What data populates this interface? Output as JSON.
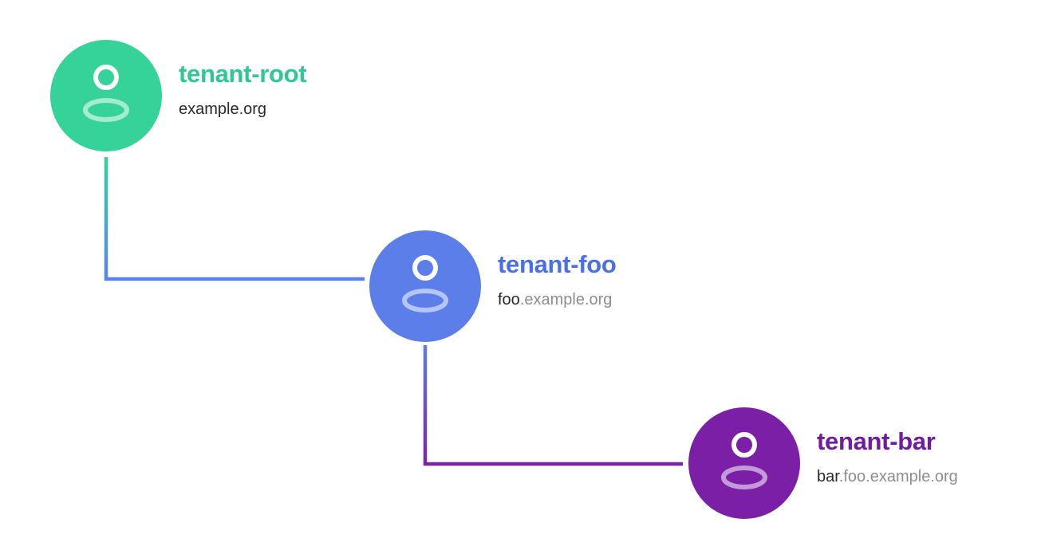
{
  "diagram": {
    "background": "#ffffff",
    "text_colors": {
      "domain_dark": "#28292b",
      "domain_gray": "#8e8e8e"
    },
    "nodes": [
      {
        "name": "tenant-root",
        "label": "tenant-root",
        "domain_dark": "example.org",
        "domain_gray": "",
        "circle_color": "#35d299",
        "label_color": "#2ec795",
        "icon": "user-icon"
      },
      {
        "name": "tenant-foo",
        "label": "tenant-foo",
        "domain_dark": "foo",
        "domain_gray": ".example.org",
        "circle_color": "#5b7ee9",
        "label_color": "#4a70e8",
        "icon": "user-icon"
      },
      {
        "name": "tenant-bar",
        "label": "tenant-bar",
        "domain_dark": "bar",
        "domain_gray": ".foo.example.org",
        "circle_color": "#7a1fa6",
        "label_color": "#701ba0",
        "icon": "user-icon"
      }
    ],
    "connectors": [
      {
        "from": "tenant-root",
        "to": "tenant-foo",
        "start_color": "#35d299",
        "end_color": "#5b82ea"
      },
      {
        "from": "tenant-foo",
        "to": "tenant-bar",
        "start_color": "#5b7ee9",
        "end_color": "#7a24a8"
      }
    ]
  }
}
